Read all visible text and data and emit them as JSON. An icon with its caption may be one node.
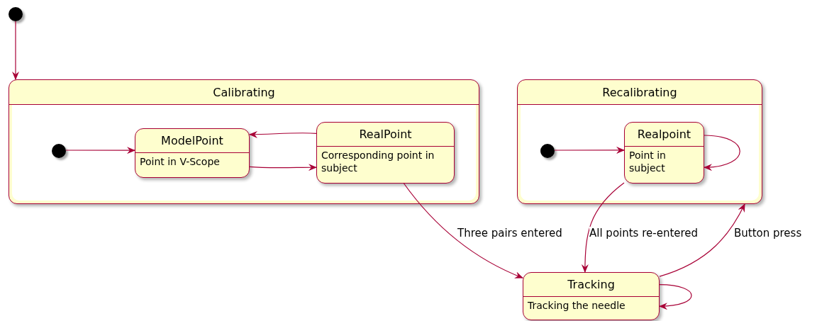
{
  "diagram": {
    "nodes": [
      {
        "text": [],
        "shape": "circle"
      },
      {
        "text": [
          "Calibrating"
        ]
      },
      {
        "text": [],
        "shape": "circle",
        "in": 1
      },
      {
        "text": [
          "ModelPoint",
          "Point in V-Scope"
        ],
        "in": 1
      },
      {
        "text": [
          "RealPoint",
          "Corresponding point in subject"
        ],
        "in": 1
      },
      {
        "text": [
          "Recalibrating"
        ]
      },
      {
        "text": [],
        "shape": "circle",
        "in": 5
      },
      {
        "text": [
          "Realpoint",
          "Point in subject"
        ],
        "in": 5
      },
      {
        "text": [
          "Tracking",
          "Tracking the needle"
        ]
      }
    ],
    "edges": [
      {
        "from": 0,
        "to": 1,
        "arrow": "to"
      },
      {
        "from": 2,
        "to": 3,
        "arrow": "to"
      },
      {
        "from": 4,
        "to": 3,
        "arrow": "to"
      },
      {
        "from": 3,
        "to": 4,
        "arrow": "to"
      },
      {
        "from": 6,
        "to": 7,
        "arrow": "to"
      },
      {
        "from": 7,
        "to": 7,
        "arrow": "to"
      },
      {
        "from": 4,
        "to": 8,
        "arrow": "to",
        "label": "Three pairs entered"
      },
      {
        "from": 7,
        "to": 8,
        "arrow": "to",
        "label": "All points re-entered"
      },
      {
        "from": 8,
        "to": 5,
        "arrow": "to",
        "label": "Button press"
      },
      {
        "from": 8,
        "to": 8,
        "arrow": "to"
      }
    ]
  }
}
